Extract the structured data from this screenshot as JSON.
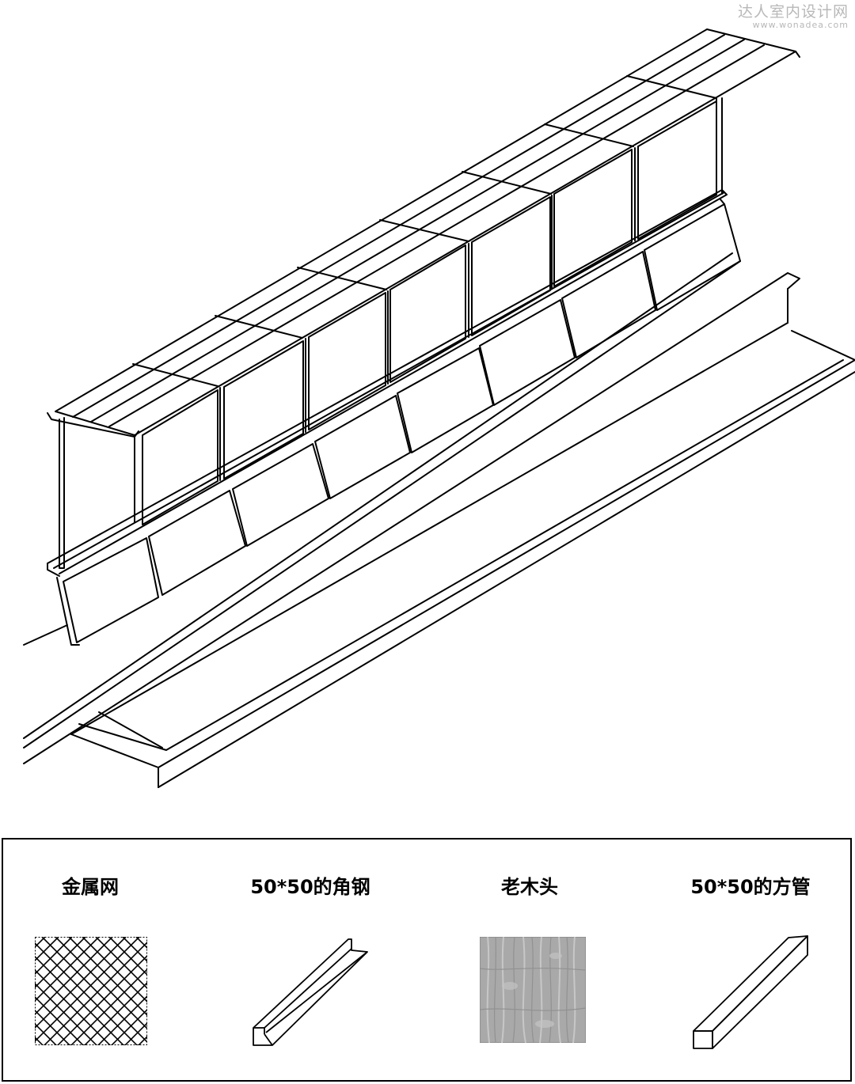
{
  "watermark": {
    "title": "达人室内设计网",
    "url": "www.wonadea.com"
  },
  "legend": {
    "items": [
      {
        "label": "金属网",
        "icon": "metal-mesh-icon"
      },
      {
        "label": "50*50的角钢",
        "icon": "angle-steel-icon"
      },
      {
        "label": "老木头",
        "icon": "old-wood-icon"
      },
      {
        "label": "50*50的方管",
        "icon": "square-tube-icon"
      }
    ]
  },
  "colors": {
    "line": "#000000",
    "wood_base": "#a9a9a9",
    "watermark": "#b8b8b8"
  }
}
